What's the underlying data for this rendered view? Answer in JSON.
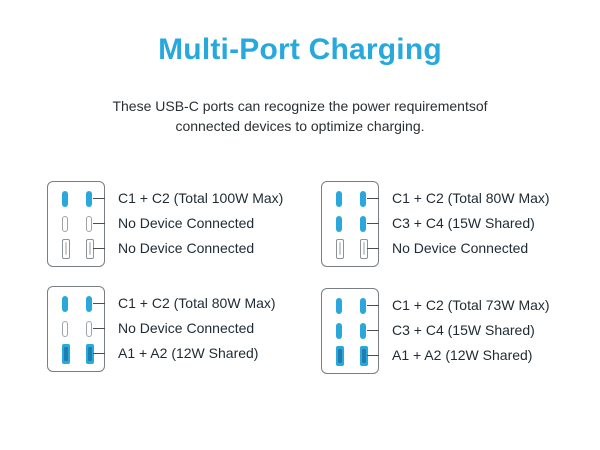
{
  "title": "Multi-Port Charging",
  "subtitle_line1": "These USB-C ports can recognize the power requirementsof",
  "subtitle_line2": "connected devices to optimize charging.",
  "colors": {
    "accent": "#27a9dd",
    "active_port": "#2aa8dc",
    "outline": "#7a7f84"
  },
  "configs": [
    {
      "rows": [
        {
          "ports": "usb-c",
          "active": true,
          "label": "C1 + C2 (Total 100W Max)"
        },
        {
          "ports": "usb-c",
          "active": false,
          "label": "No Device Connected"
        },
        {
          "ports": "usb-a",
          "active": false,
          "label": "No Device Connected"
        }
      ]
    },
    {
      "rows": [
        {
          "ports": "usb-c",
          "active": true,
          "label": "C1 + C2 (Total 80W Max)"
        },
        {
          "ports": "usb-c",
          "active": true,
          "label": "C3 + C4 (15W Shared)"
        },
        {
          "ports": "usb-a",
          "active": false,
          "label": "No Device Connected"
        }
      ]
    },
    {
      "rows": [
        {
          "ports": "usb-c",
          "active": true,
          "label": "C1 + C2 (Total 80W Max)"
        },
        {
          "ports": "usb-c",
          "active": false,
          "label": "No Device Connected"
        },
        {
          "ports": "usb-a",
          "active": true,
          "label": "A1 + A2 (12W Shared)"
        }
      ]
    },
    {
      "rows": [
        {
          "ports": "usb-c",
          "active": true,
          "label": "C1 + C2 (Total 73W Max)"
        },
        {
          "ports": "usb-c",
          "active": true,
          "label": "C3 + C4 (15W Shared)"
        },
        {
          "ports": "usb-a",
          "active": true,
          "label": "A1 + A2 (12W Shared)"
        }
      ]
    }
  ]
}
